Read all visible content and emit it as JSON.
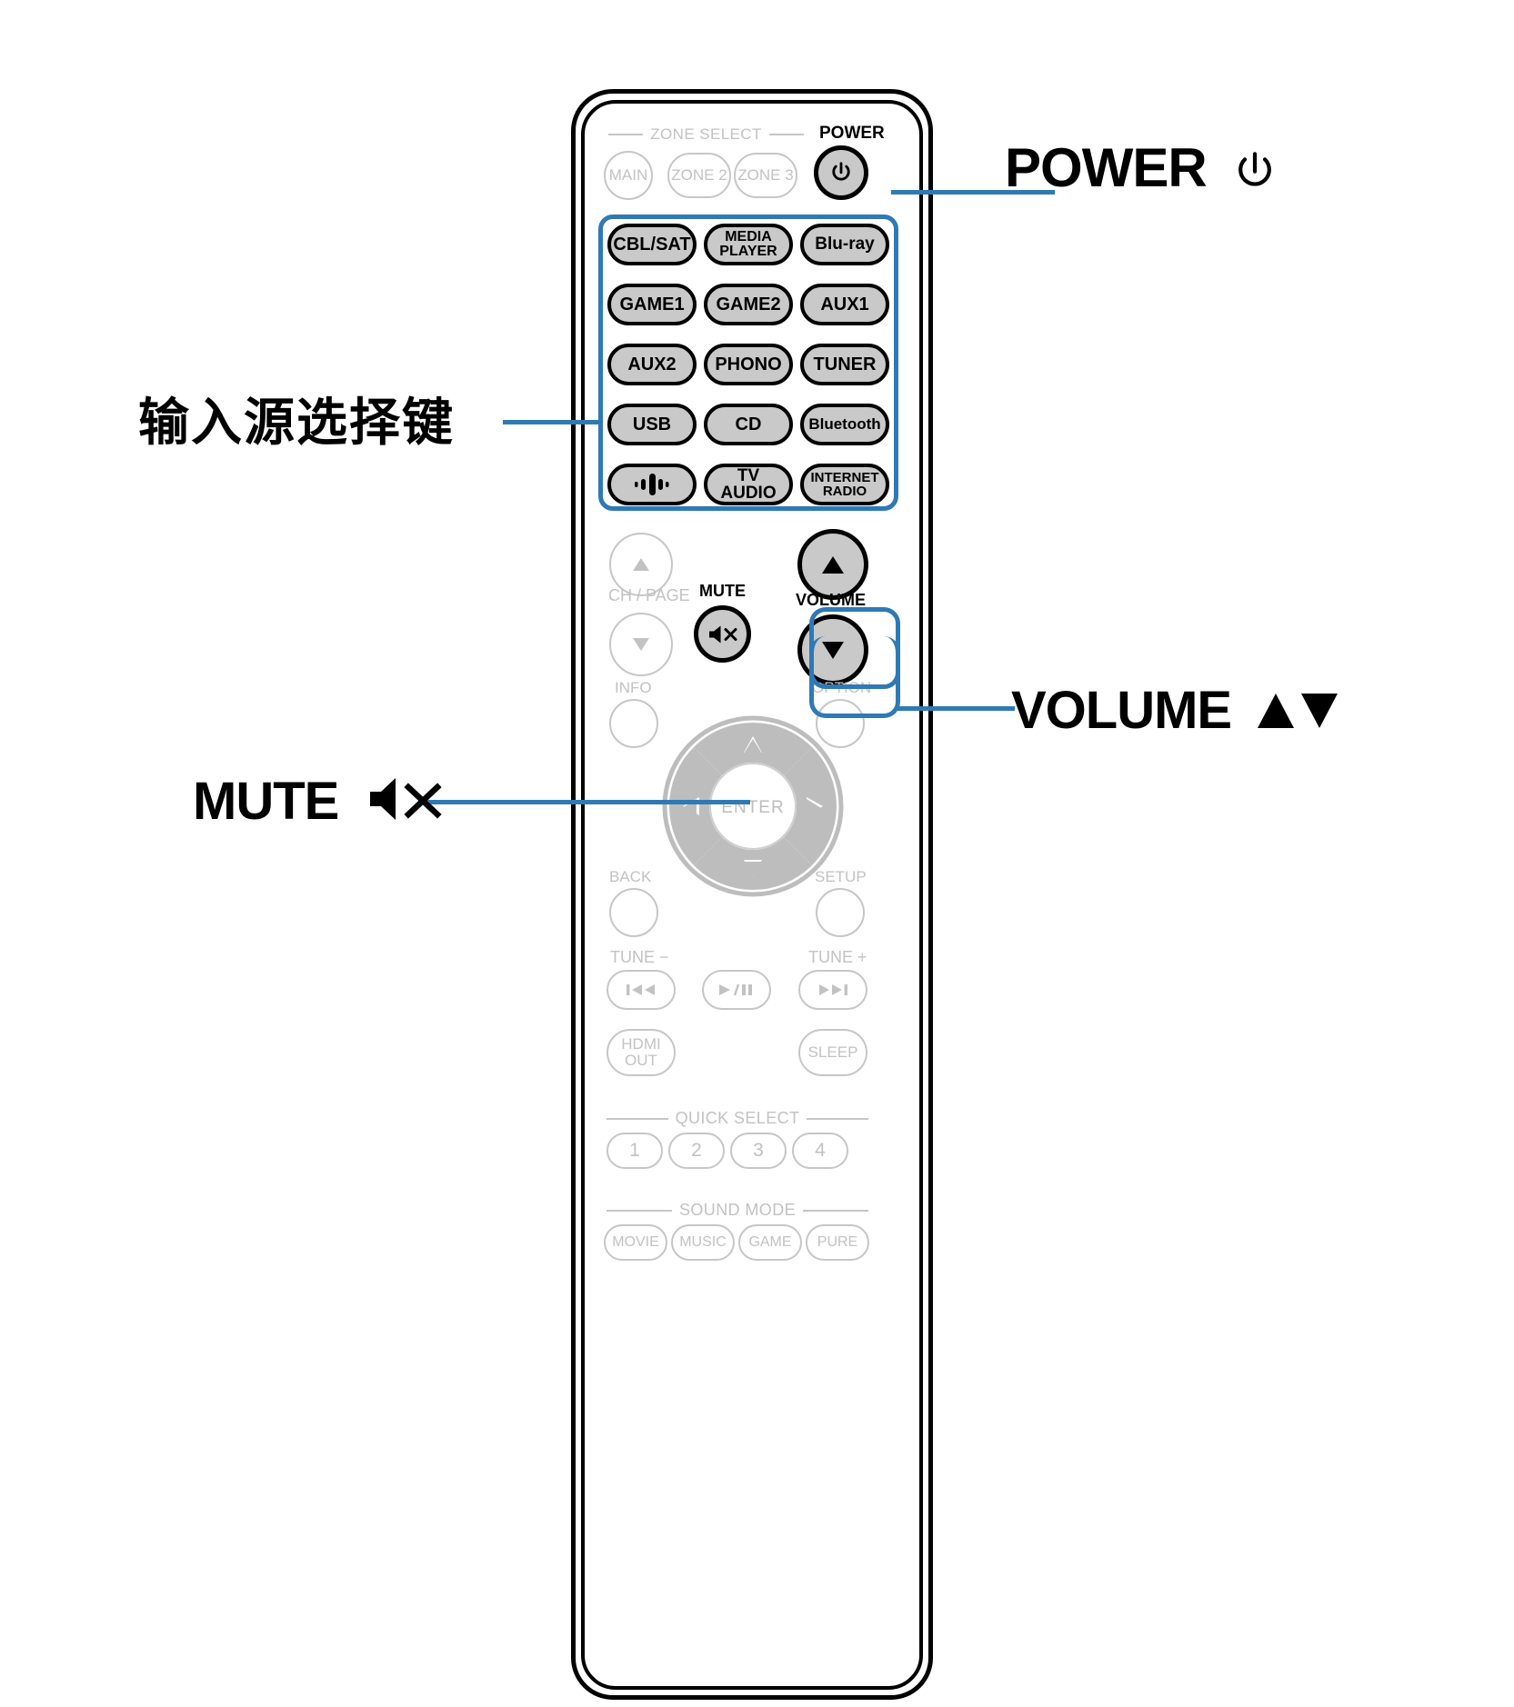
{
  "device": {
    "name": "AV receiver remote control",
    "accent_color": "#2f79b5",
    "active_button_fill": "#c9c9c9",
    "inactive_outline_color": "#c6c6c6"
  },
  "callouts": [
    {
      "id": "power",
      "text": "POWER",
      "icon": "power-glyph",
      "icon_char": "⏻"
    },
    {
      "id": "input_source",
      "text": "输入源选择键",
      "icon": null,
      "icon_char": ""
    },
    {
      "id": "volume",
      "text": "VOLUME",
      "icon": "up-down-triangles",
      "icon_char": "▲▼"
    },
    {
      "id": "mute",
      "text": "MUTE",
      "icon": "speaker-mute-glyph",
      "icon_char": ""
    }
  ],
  "remote": {
    "zone_select": {
      "caption": "ZONE SELECT",
      "buttons": [
        {
          "label": "MAIN",
          "shape": "circle"
        },
        {
          "label": "ZONE 2",
          "shape": "pill"
        },
        {
          "label": "ZONE 3",
          "shape": "pill"
        }
      ]
    },
    "power": {
      "label": "POWER",
      "button_icon": "power-icon"
    },
    "input_sources": {
      "highlighted": true,
      "rows": [
        [
          {
            "label": "CBL/SAT",
            "lines": [
              "CBL/SAT"
            ]
          },
          {
            "label": "MEDIA PLAYER",
            "lines": [
              "MEDIA",
              "PLAYER"
            ]
          },
          {
            "label": "Blu-ray",
            "lines": [
              "Blu-ray"
            ]
          }
        ],
        [
          {
            "label": "GAME1",
            "lines": [
              "GAME1"
            ]
          },
          {
            "label": "GAME2",
            "lines": [
              "GAME2"
            ]
          },
          {
            "label": "AUX1",
            "lines": [
              "AUX1"
            ]
          }
        ],
        [
          {
            "label": "AUX2",
            "lines": [
              "AUX2"
            ]
          },
          {
            "label": "PHONO",
            "lines": [
              "PHONO"
            ]
          },
          {
            "label": "TUNER",
            "lines": [
              "TUNER"
            ]
          }
        ],
        [
          {
            "label": "USB",
            "lines": [
              "USB"
            ]
          },
          {
            "label": "CD",
            "lines": [
              "CD"
            ]
          },
          {
            "label": "Bluetooth",
            "lines": [
              "Bluetooth"
            ]
          }
        ],
        [
          {
            "label": "HEOS",
            "lines": [],
            "icon": "heos-icon"
          },
          {
            "label": "TV AUDIO",
            "lines": [
              "TV AUDIO"
            ]
          },
          {
            "label": "INTERNET RADIO",
            "lines": [
              "INTERNET",
              "RADIO"
            ]
          }
        ]
      ]
    },
    "ch_page": {
      "label": "CH / PAGE",
      "up_icon": "triangle-up-icon",
      "down_icon": "triangle-down-icon"
    },
    "mute": {
      "label": "MUTE",
      "icon": "speaker-mute-icon"
    },
    "volume": {
      "label": "VOLUME",
      "highlighted": true,
      "up_icon": "triangle-up-icon",
      "down_icon": "triangle-down-icon"
    },
    "info_option": {
      "info_label": "INFO",
      "option_label": "OPTION"
    },
    "navigation": {
      "enter_label": "ENTER",
      "up_icon": "triangle-up-icon",
      "down_icon": "triangle-down-icon",
      "left_icon": "triangle-left-icon",
      "right_icon": "triangle-right-icon"
    },
    "back_setup": {
      "back_label": "BACK",
      "setup_label": "SETUP"
    },
    "transport": {
      "tune_minus_label": "TUNE −",
      "tune_plus_label": "TUNE +",
      "prev_icon": "skip-back-icon",
      "play_pause_icon": "play-pause-icon",
      "next_icon": "skip-forward-icon"
    },
    "hdmi_sleep": {
      "hdmi_lines": [
        "HDMI",
        "OUT"
      ],
      "sleep_label": "SLEEP"
    },
    "quick_select": {
      "caption": "QUICK SELECT",
      "buttons": [
        "1",
        "2",
        "3",
        "4"
      ]
    },
    "sound_mode": {
      "caption": "SOUND MODE",
      "buttons": [
        "MOVIE",
        "MUSIC",
        "GAME",
        "PURE"
      ]
    }
  }
}
